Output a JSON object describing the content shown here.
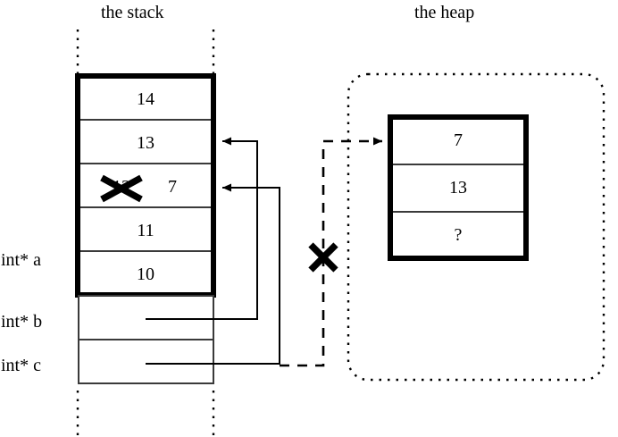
{
  "diagram": {
    "title_stack": "the stack",
    "title_heap": "the heap",
    "colors": {
      "ink": "#000000",
      "background": "#ffffff",
      "rule": "#3a3a3a"
    }
  },
  "stack": {
    "label": "the stack",
    "frame_cells": [
      {
        "value": "14",
        "name": "stack-cell-14"
      },
      {
        "value": "13",
        "name": "stack-cell-13"
      },
      {
        "value": "12",
        "name": "stack-cell-12",
        "struck": true,
        "new_value": "7"
      },
      {
        "value": "11",
        "name": "stack-cell-11"
      },
      {
        "value": "10",
        "name": "stack-cell-10"
      }
    ],
    "struck_old_value": "12",
    "struck_new_value": "7",
    "variables": [
      {
        "label": "int* a",
        "name": "var-a"
      },
      {
        "label": "int* b",
        "name": "var-b"
      },
      {
        "label": "int* c",
        "name": "var-c"
      }
    ]
  },
  "heap": {
    "label": "the heap",
    "cells": [
      {
        "value": "7",
        "name": "heap-cell-7"
      },
      {
        "value": "13",
        "name": "heap-cell-13"
      },
      {
        "value": "?",
        "name": "heap-cell-unknown"
      }
    ]
  },
  "annotations": {
    "invalidated_pointer_mark": "✕",
    "struck_value_mark": "✕"
  }
}
